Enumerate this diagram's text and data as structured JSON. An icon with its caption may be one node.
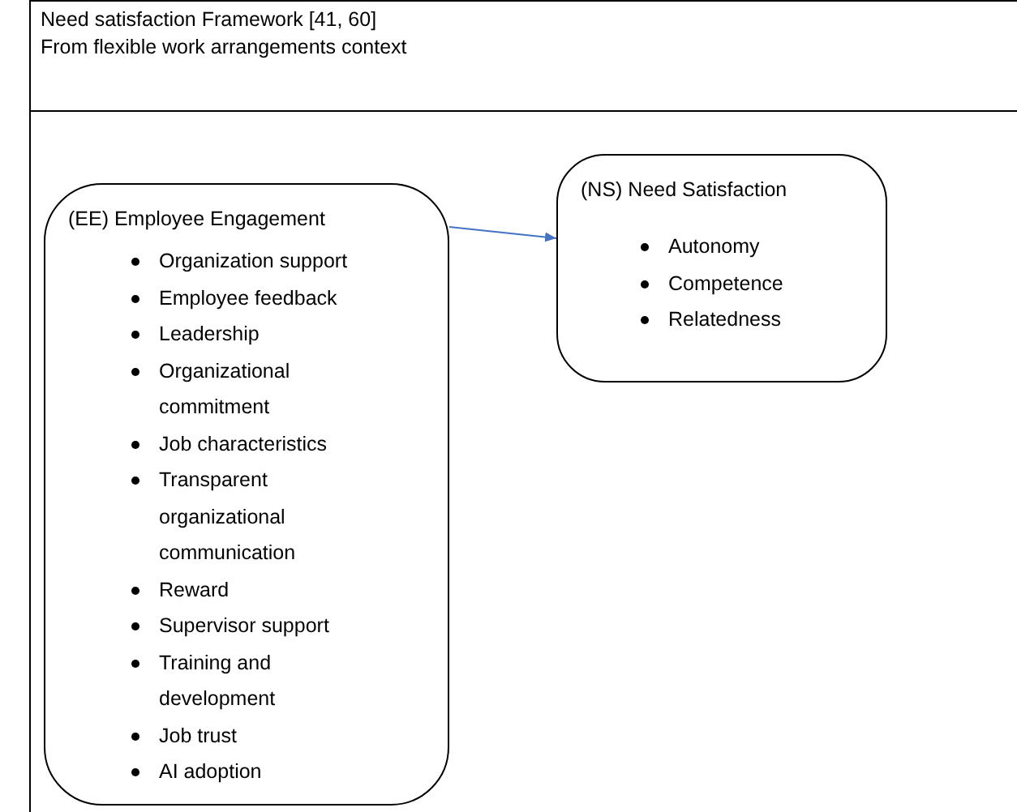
{
  "diagram": {
    "title": "Need satisfaction Framework [41, 60]",
    "nodes": [
      {
        "text": [
          "(EE) Employee Engagement",
          "Organization support",
          "Employee feedback",
          "Leadership",
          "Organizational commitment",
          "Job characteristics",
          "Transparent organizational communication",
          "Reward",
          "Supervisor support",
          "Training and development",
          "Job trust",
          "AI adoption"
        ]
      },
      {
        "text": [
          "(NS) Need Satisfaction",
          "Autonomy",
          "Competence",
          "Relatedness"
        ]
      }
    ],
    "edges": [
      {
        "from": 0,
        "to": 1,
        "arrow": "to",
        "color": "#4472c4"
      }
    ],
    "labels": [
      "From flexible work arrangements context"
    ]
  }
}
